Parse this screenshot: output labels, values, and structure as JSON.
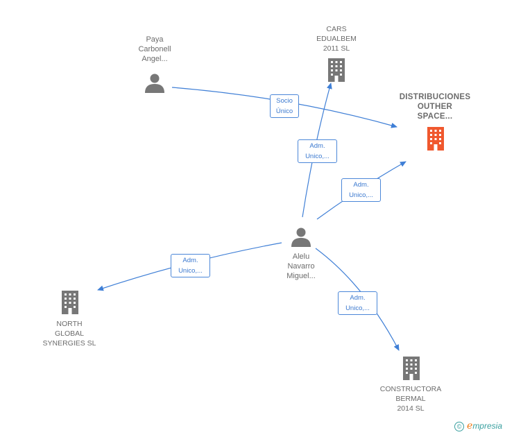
{
  "nodes": {
    "paya": {
      "label": "Paya\nCarbonell\nAngel..."
    },
    "cars": {
      "label": "CARS\nEDUALBEM\n2011 SL"
    },
    "distribuciones": {
      "label": "DISTRIBUCIONES\nOUTHER\nSPACE..."
    },
    "alelu": {
      "label": "Alelu\nNavarro\nMiguel..."
    },
    "north": {
      "label": "NORTH\nGLOBAL\nSYNERGIES SL"
    },
    "constructora": {
      "label": "CONSTRUCTORA\nBERMAL\n2014  SL"
    }
  },
  "edges": {
    "socio": {
      "label": "Socio\nÚnico"
    },
    "adm_cars": {
      "label": "Adm.\nUnico,..."
    },
    "adm_dist": {
      "label": "Adm.\nUnico,..."
    },
    "adm_north": {
      "label": "Adm.\nUnico,..."
    },
    "adm_constr": {
      "label": "Adm.\nUnico,..."
    }
  },
  "colors": {
    "edge": "#3f7fd6",
    "person": "#777777",
    "company": "#777777",
    "highlight": "#f0582e"
  },
  "icons": {
    "person": "person-icon",
    "company": "building-icon"
  },
  "brand": {
    "copyright": "©",
    "e": "e",
    "rest": "mpresia"
  }
}
